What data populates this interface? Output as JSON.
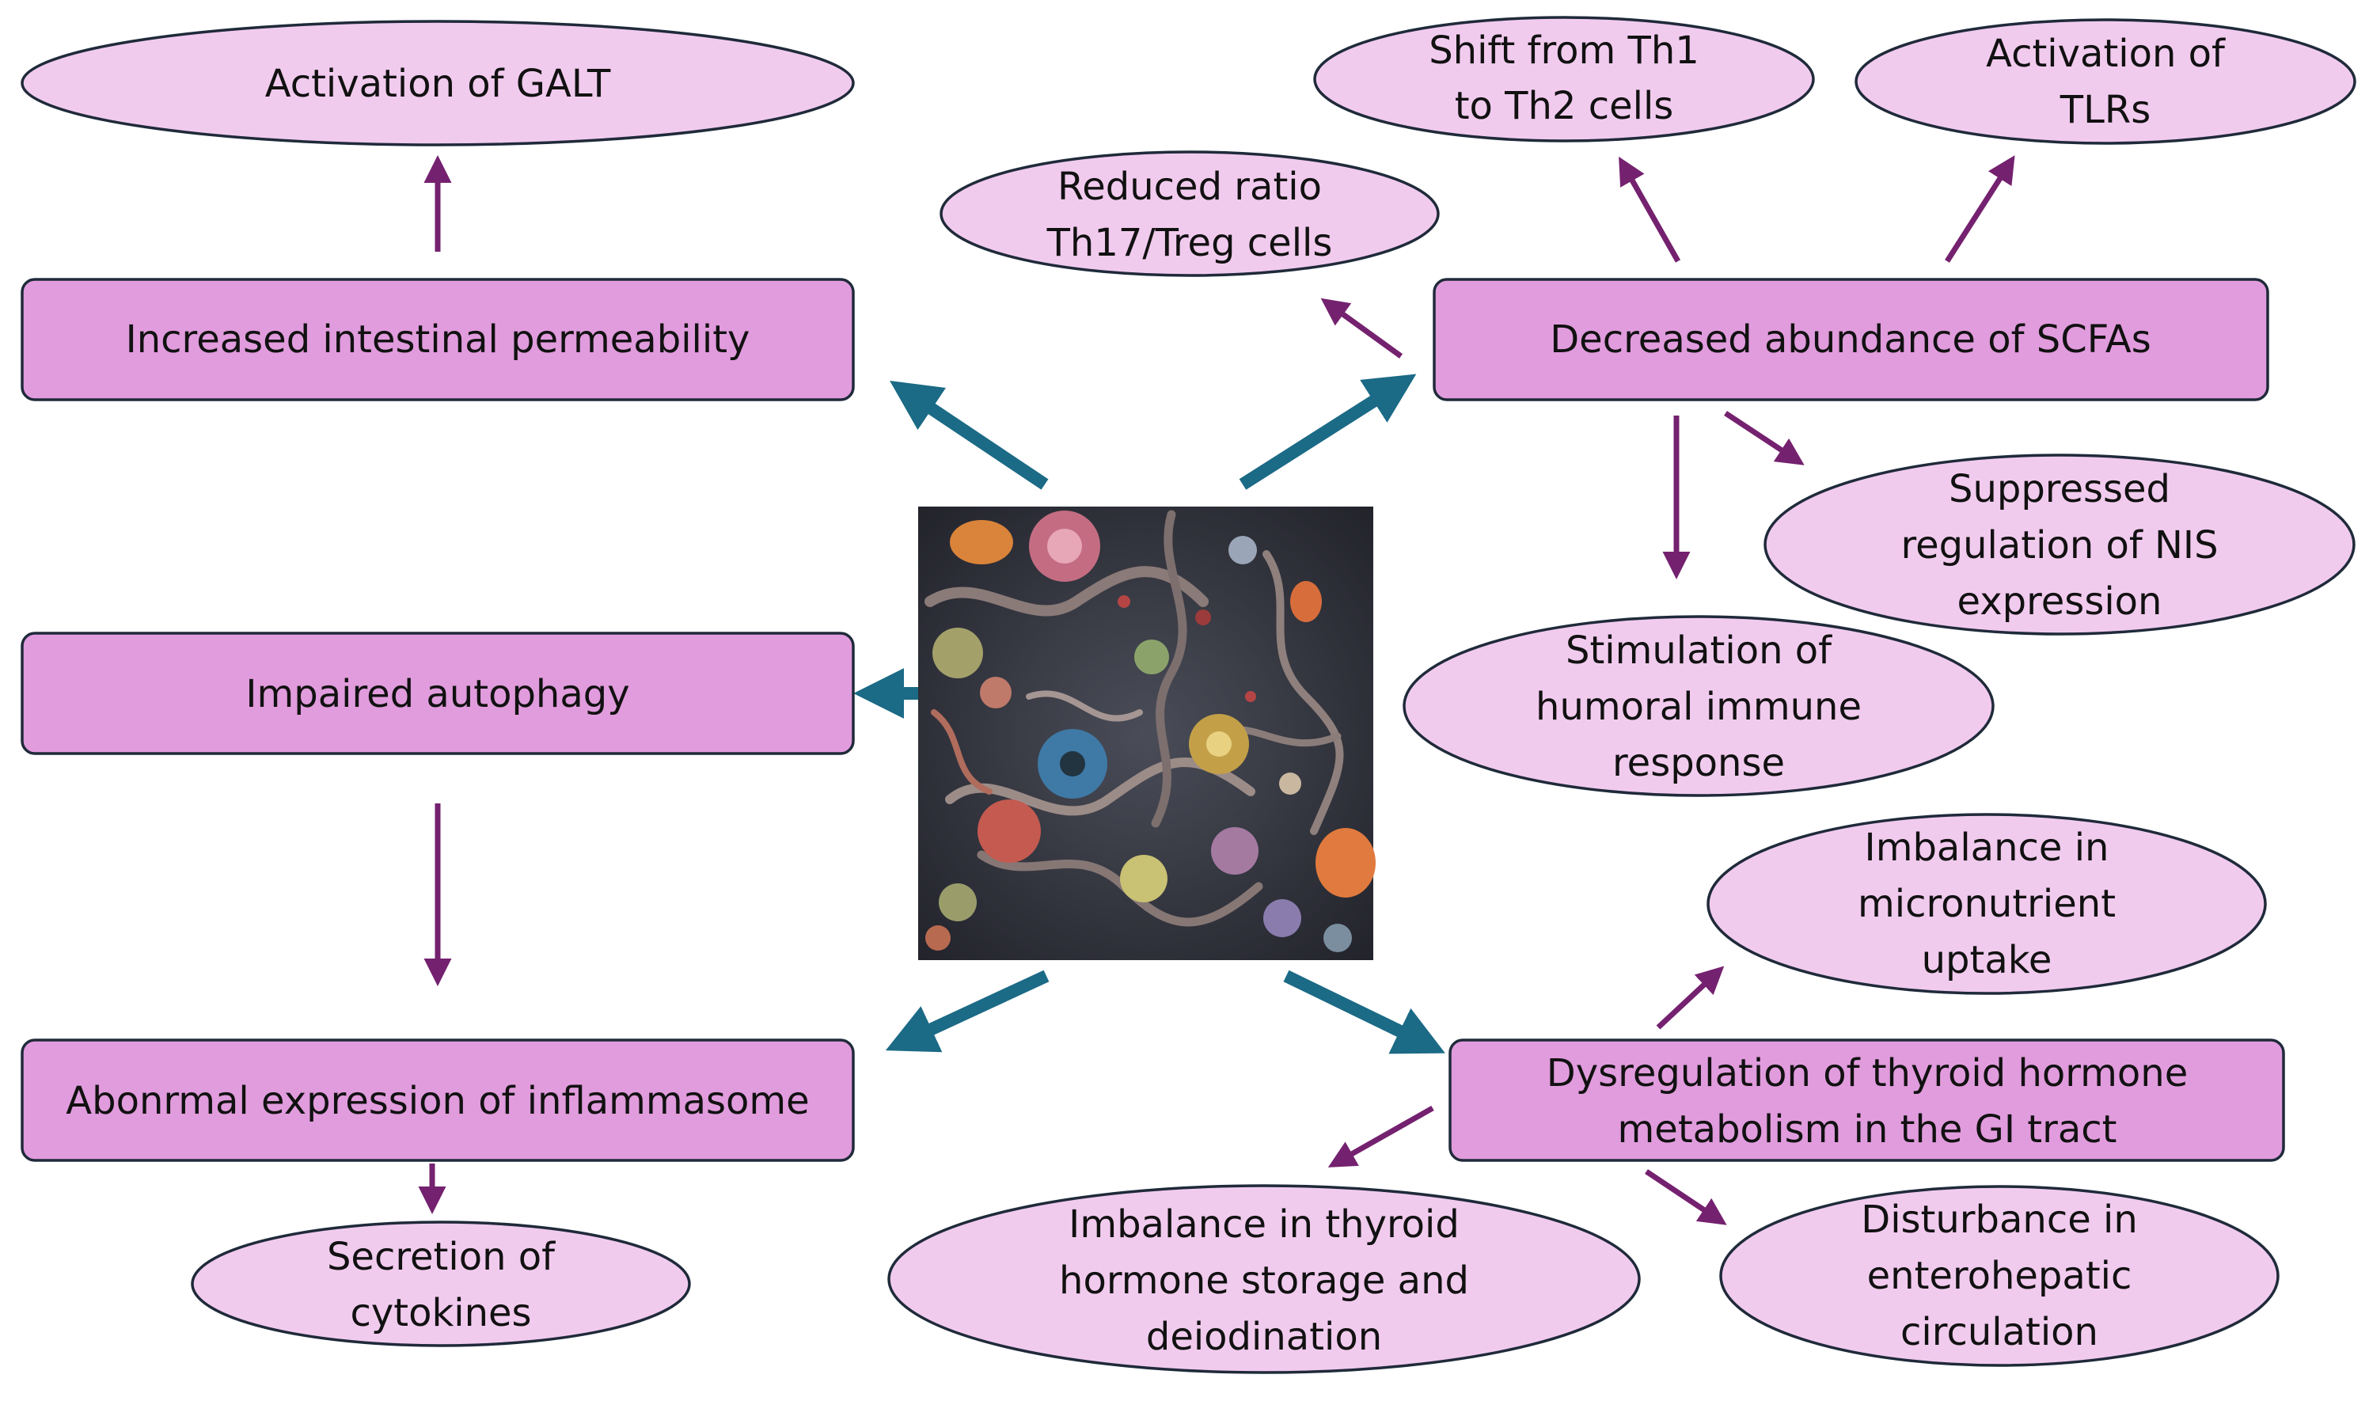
{
  "nodes": {
    "activation_galt": "Activation of GALT",
    "increased_permeability": "Increased intestinal permeability",
    "impaired_autophagy": "Impaired autophagy",
    "abnormal_inflammasome": "Abonrmal expression of inflammasome",
    "secretion_cytokines": [
      "Secretion of",
      "cytokines"
    ],
    "reduced_ratio": [
      "Reduced ratio",
      "Th17/Treg cells"
    ],
    "shift_th1_th2": [
      "Shift from Th1",
      "to Th2 cells"
    ],
    "activation_tlrs": [
      "Activation of",
      "TLRs"
    ],
    "decreased_scfas": "Decreased abundance of SCFAs",
    "suppressed_nis": [
      "Suppressed",
      "regulation of NIS",
      "expression"
    ],
    "stimulation_humoral": [
      "Stimulation of",
      "humoral immune",
      "response"
    ],
    "imbalance_micronutrient": [
      "Imbalance in",
      "micronutrient",
      "uptake"
    ],
    "dysregulation_thyroid": [
      "Dysregulation of thyroid hormone",
      "metabolism in the GI tract"
    ],
    "imbalance_storage": [
      "Imbalance in thyroid",
      "hormone storage and",
      "deiodination"
    ],
    "disturbance_enterohepatic": [
      "Disturbance in",
      "enterohepatic",
      "circulation"
    ]
  },
  "colors": {
    "box_fill": "#e19cdd",
    "ellipse_fill": "#f1cbee",
    "outline": "#1f2a3a",
    "teal_arrow": "#1b6a86",
    "purple_arrow": "#74216f"
  },
  "center_image": "microbiota-illustration"
}
